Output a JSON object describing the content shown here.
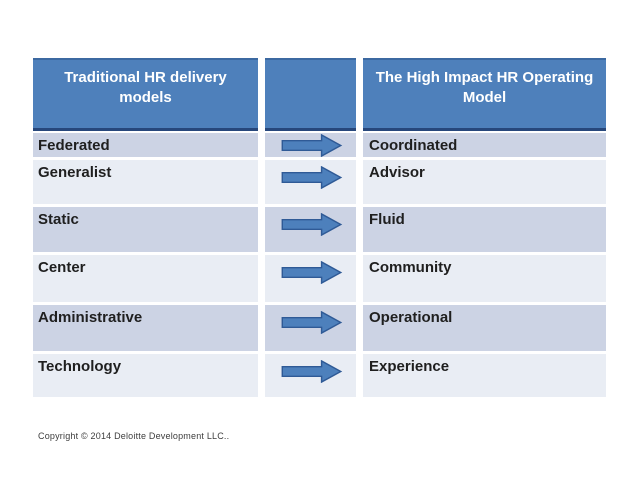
{
  "table": {
    "header": {
      "left": "Traditional HR delivery models",
      "middle": "",
      "right": "The High Impact HR Operating Model"
    },
    "rows": [
      {
        "traditional": "Federated",
        "high_impact": "Coordinated"
      },
      {
        "traditional": "Generalist",
        "high_impact": "Advisor"
      },
      {
        "traditional": "Static",
        "high_impact": "Fluid"
      },
      {
        "traditional": "Center",
        "high_impact": "Community"
      },
      {
        "traditional": "Administrative",
        "high_impact": "Operational"
      },
      {
        "traditional": "Technology",
        "high_impact": "Experience"
      }
    ]
  },
  "footer": {
    "copyright": "Copyright © 2014 Deloitte Development LLC.."
  },
  "icons": {
    "row_icon": "right-arrow"
  },
  "colors": {
    "header_fill": "#4e80bb",
    "header_text": "#ffffff",
    "header_border_top": "#3c69a1",
    "header_border_bottom": "#27477b",
    "row_band_dark": "#ccd3e4",
    "row_band_light": "#e9edf4",
    "row_text": "#1f1f1f",
    "arrow_fill": "#4d80bc",
    "arrow_stroke": "#2f5a96",
    "background": "#ffffff"
  }
}
